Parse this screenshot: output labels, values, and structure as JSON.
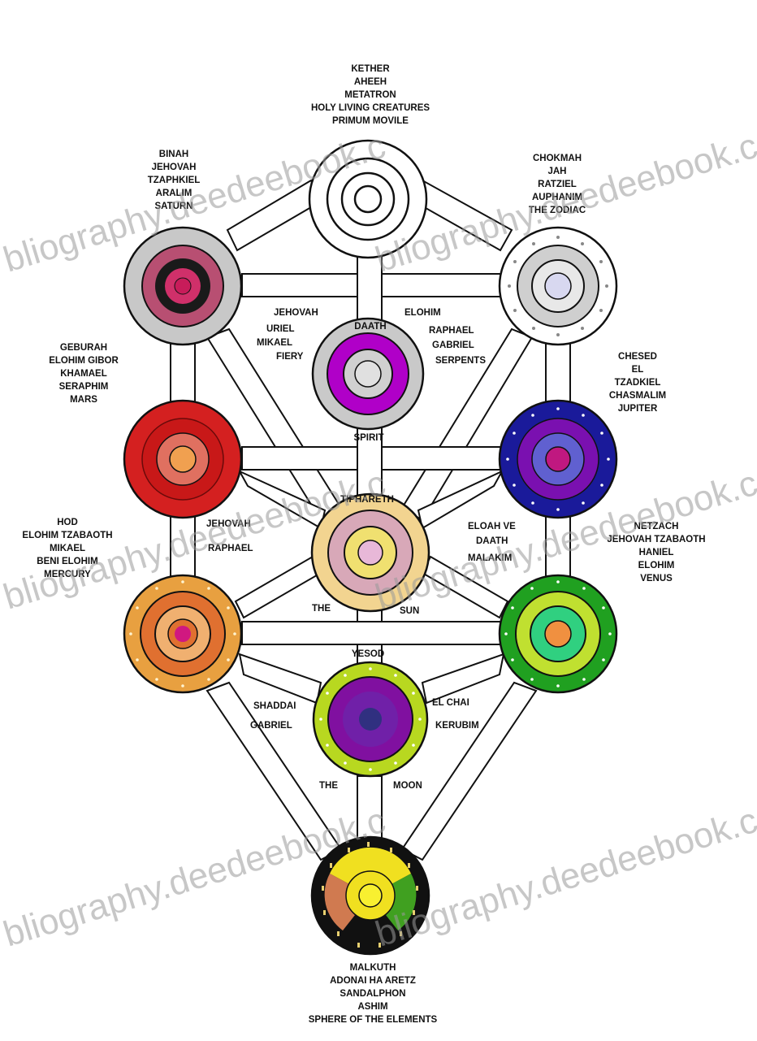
{
  "watermark": {
    "left": "bliography.deedeebook.c",
    "right": "bliography.deedeebook.c"
  },
  "spheres": [
    {
      "id": "kether",
      "name": "KETHER",
      "lines": [
        "KETHER",
        "AHEEH",
        "METATRON",
        "HOLY LIVING CREATURES",
        "PRIMUM MOVILE"
      ],
      "rings": [
        "#ffffff",
        "#ffffff",
        "#ffffff",
        "#ffffff"
      ]
    },
    {
      "id": "binah",
      "name": "BINAH",
      "lines": [
        "BINAH",
        "JEHOVAH",
        "TZAPHKIEL",
        "ARALIM",
        "SATURN"
      ],
      "rings": [
        "#c8c8c8",
        "#b84f72",
        "#1a1a1a",
        "#d0306a"
      ]
    },
    {
      "id": "chokmah",
      "name": "CHOKMAH",
      "lines": [
        "CHOKMAH",
        "JAH",
        "RATZIEL",
        "AUPHANIM",
        "THE ZODIAC"
      ],
      "rings": [
        "#ffffff",
        "#cfcfcf",
        "#e8e8e8",
        "#d8d8f0"
      ]
    },
    {
      "id": "daath",
      "name": "DAATH",
      "lines": [
        "DAATH"
      ],
      "rings": [
        "#c9c9c9",
        "#b000c8",
        "#d0d0d0",
        "#e0e0e0"
      ]
    },
    {
      "id": "geburah",
      "name": "GEBURAH",
      "lines": [
        "GEBURAH",
        "ELOHIM GIBOR",
        "KHAMAEL",
        "SERAPHIM",
        "MARS"
      ],
      "rings": [
        "#d42020",
        "#e05050",
        "#e07060",
        "#f0a050"
      ]
    },
    {
      "id": "chesed",
      "name": "CHESED",
      "lines": [
        "CHESED",
        "EL",
        "TZADKIEL",
        "CHASMALIM",
        "JUPITER"
      ],
      "rings": [
        "#1a1a9a",
        "#7a10b0",
        "#6060d0",
        "#c01880"
      ]
    },
    {
      "id": "tiphareth",
      "name": "TIPHARETH",
      "lines": [
        "TIPHARETH"
      ],
      "rings": [
        "#f2d490",
        "#d8a8b8",
        "#f0e070",
        "#e8b8d8"
      ]
    },
    {
      "id": "hod",
      "name": "HOD",
      "lines": [
        "HOD",
        "ELOHIM TZABAOTH",
        "MIKAEL",
        "BENI ELOHIM",
        "MERCURY"
      ],
      "rings": [
        "#e8a040",
        "#e07030",
        "#f0b070",
        "#d01880"
      ]
    },
    {
      "id": "netzach",
      "name": "NETZACH",
      "lines": [
        "NETZACH",
        "JEHOVAH TZABAOTH",
        "HANIEL",
        "ELOHIM",
        "VENUS"
      ],
      "rings": [
        "#20a020",
        "#c0e030",
        "#30d080",
        "#f09040"
      ]
    },
    {
      "id": "yesod",
      "name": "YESOD",
      "lines": [
        "YESOD"
      ],
      "rings": [
        "#b8d820",
        "#8010a0",
        "#7020a8",
        "#303080"
      ]
    },
    {
      "id": "malkuth",
      "name": "MALKUTH",
      "lines": [
        "MALKUTH",
        "ADONAI HA ARETZ",
        "SANDALPHON",
        "ASHIM",
        "SPHERE OF THE ELEMENTS"
      ],
      "rings": [
        "#111111",
        "#f0e020",
        "#d07a50",
        "#40a020"
      ]
    }
  ],
  "path_labels": {
    "jehovah_daath": "JEHOVAH",
    "uriel": "URIEL",
    "mikael": "MIKAEL",
    "fiery": "FIERY",
    "elohim_daath": "ELOHIM",
    "raphael_daath": "RAPHAEL",
    "gabriel_daath": "GABRIEL",
    "serpents": "SERPENTS",
    "spirit": "SPIRIT",
    "jehovah_tiph": "JEHOVAH",
    "raphael_tiph": "RAPHAEL",
    "eloah_ve": "ELOAH VE",
    "daath_word": "DAATH",
    "malakim": "MALAKIM",
    "the_sun_1": "THE",
    "the_sun_2": "SUN",
    "shaddai": "SHADDAI",
    "el": "EL CHAI",
    "gabriel_yesod": "GABRIEL",
    "kerubim": "KERUBIM",
    "the_moon_1": "THE",
    "the_moon_2": "MOON"
  }
}
